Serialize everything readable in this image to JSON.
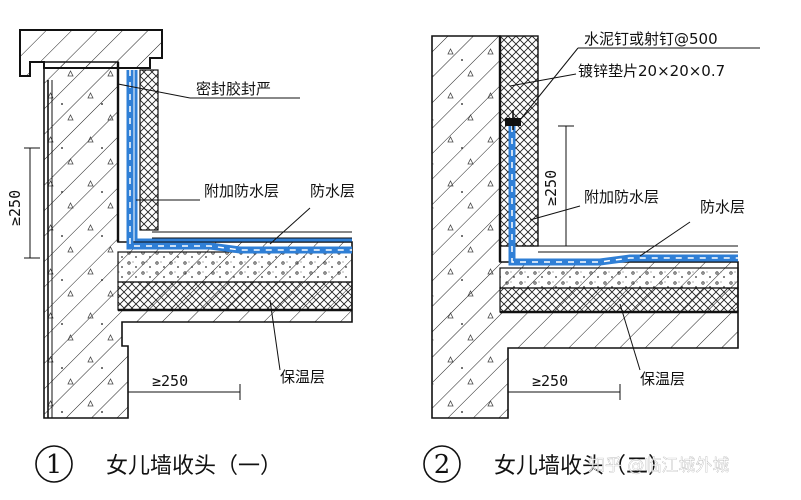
{
  "left_detail": {
    "number": "1",
    "caption": "女儿墙收头（一）",
    "labels": {
      "sealant": "密封胶封严",
      "additional_waterproof": "附加防水层",
      "waterproof": "防水层",
      "insulation": "保温层"
    },
    "dimensions": {
      "vertical": "≥250",
      "horizontal": "≥250"
    }
  },
  "right_detail": {
    "number": "2",
    "caption": "女儿墙收头（二）",
    "labels": {
      "nail": "水泥钉或射钉@500",
      "gasket": "镀锌垫片20×20×0.7",
      "additional_waterproof": "附加防水层",
      "waterproof": "防水层",
      "insulation": "保温层"
    },
    "dimensions": {
      "vertical": "≥250",
      "horizontal": "≥250"
    }
  },
  "watermark": "知乎 @临江城外城",
  "colors": {
    "membrane": "#2f7fd6",
    "membrane_dash": "#ffffff",
    "line": "#111111"
  }
}
